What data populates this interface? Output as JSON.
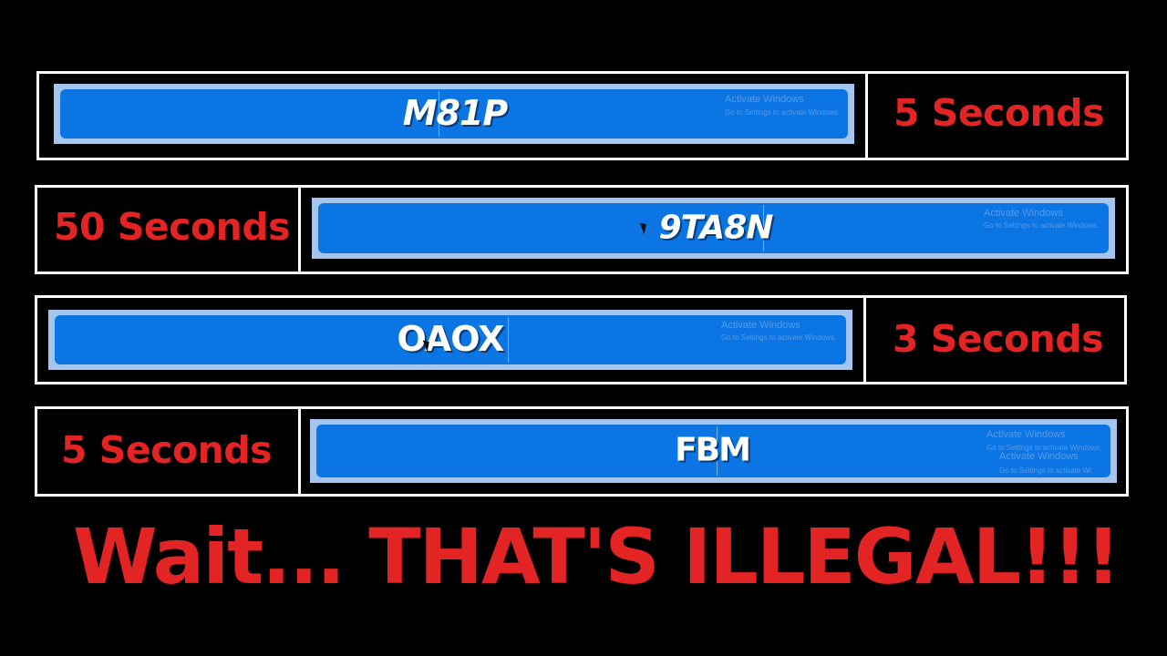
{
  "rows": [
    {
      "code": "M81P",
      "time": "5 Seconds",
      "watermark_title": "Activate Windows",
      "watermark_sub": "Go to Settings to activate Windows."
    },
    {
      "code": "9TA8N",
      "time": "50 Seconds",
      "watermark_title": "Activate Windows",
      "watermark_sub": "Go to Settings to activate Windows."
    },
    {
      "code": "OAOX",
      "time": "3 Seconds",
      "watermark_title": "Activate Windows",
      "watermark_sub": "Go to Settings to activate Windows."
    },
    {
      "code": "FBM",
      "time": "5 Seconds",
      "watermark_title": "Activate Windows",
      "watermark_sub": "Go to Settings to activate Windows.",
      "watermark_title_2": "Activate Windows",
      "watermark_sub_2": "Go to Settings to activate Wi"
    }
  ],
  "headline": "Wait... THAT'S ILLEGAL!!!",
  "colors": {
    "background": "#000000",
    "frame": "#ffffff",
    "bar_outer": "#a4c6ee",
    "bar_inner": "#0a75e3",
    "time_text": "#e32424",
    "code_text": "#ffffff"
  }
}
